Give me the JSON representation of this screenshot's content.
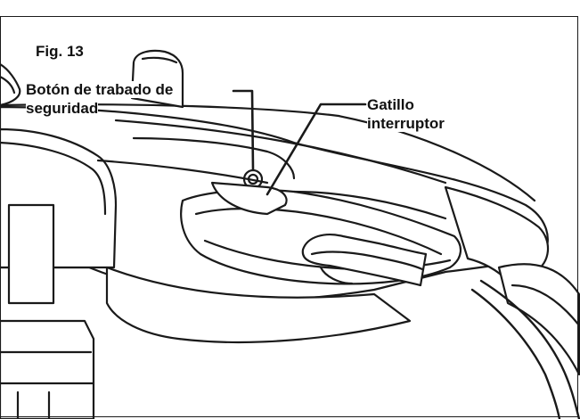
{
  "figure": {
    "label": "Fig. 13"
  },
  "callouts": {
    "safety_lock": "Botón de trabado de seguridad",
    "trigger_switch": "Gatillo interruptor"
  },
  "colors": {
    "line": "#1a1a1a",
    "fill": "#ffffff",
    "background": "#ffffff"
  },
  "icons": {
    "tool": "rotary-hammer-handle-illustration"
  }
}
